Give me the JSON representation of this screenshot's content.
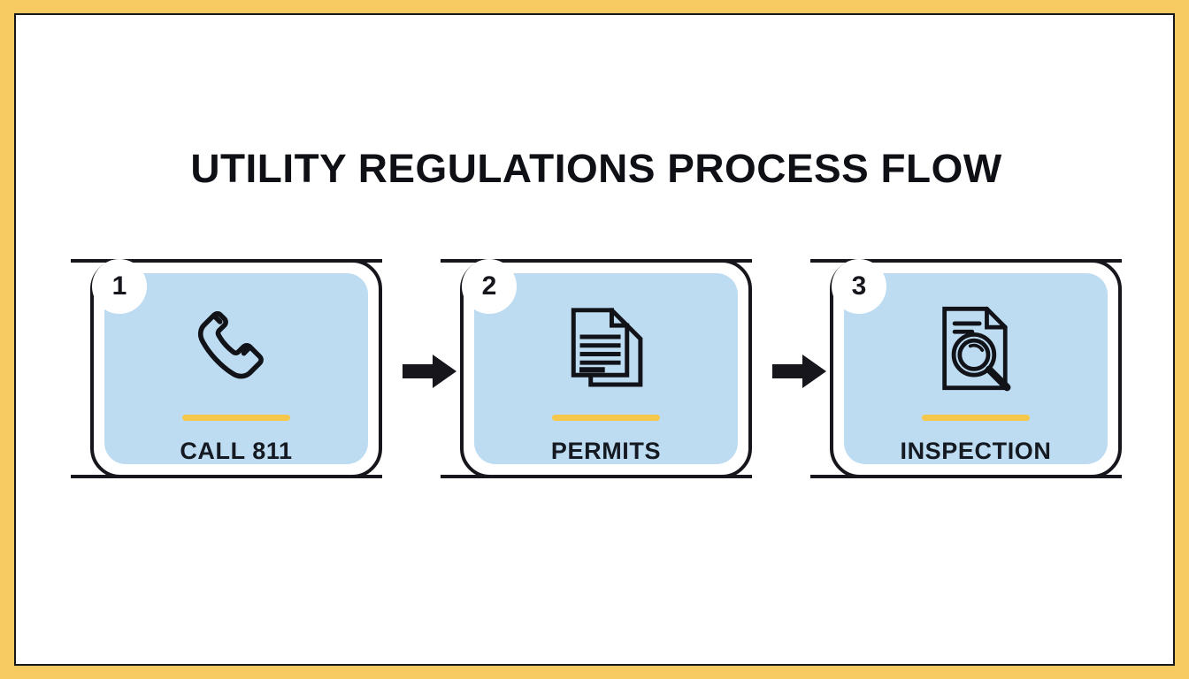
{
  "page": {
    "title": "UTILITY REGULATIONS PROCESS FLOW",
    "frame_color": "#F7CB61",
    "canvas_color": "#FFFFFF",
    "rail_color": "#16161C"
  },
  "theme": {
    "card_fill": "#BEDCF1",
    "card_border": "#16161C",
    "badge_fill": "#FFFFFF",
    "divider_color": "#F5C84C",
    "label_color": "#141922",
    "arrow_color": "#16161C"
  },
  "steps": [
    {
      "number": "1",
      "label": "CALL 811",
      "icon": "phone-handset-icon"
    },
    {
      "number": "2",
      "label": "PERMITS",
      "icon": "stacked-documents-icon"
    },
    {
      "number": "3",
      "label": "INSPECTION",
      "icon": "document-magnifier-icon"
    }
  ],
  "arrows": [
    {
      "name": "arrow-step1-to-step2",
      "glyph": "right-arrow-icon"
    },
    {
      "name": "arrow-step2-to-step3",
      "glyph": "right-arrow-icon"
    }
  ]
}
